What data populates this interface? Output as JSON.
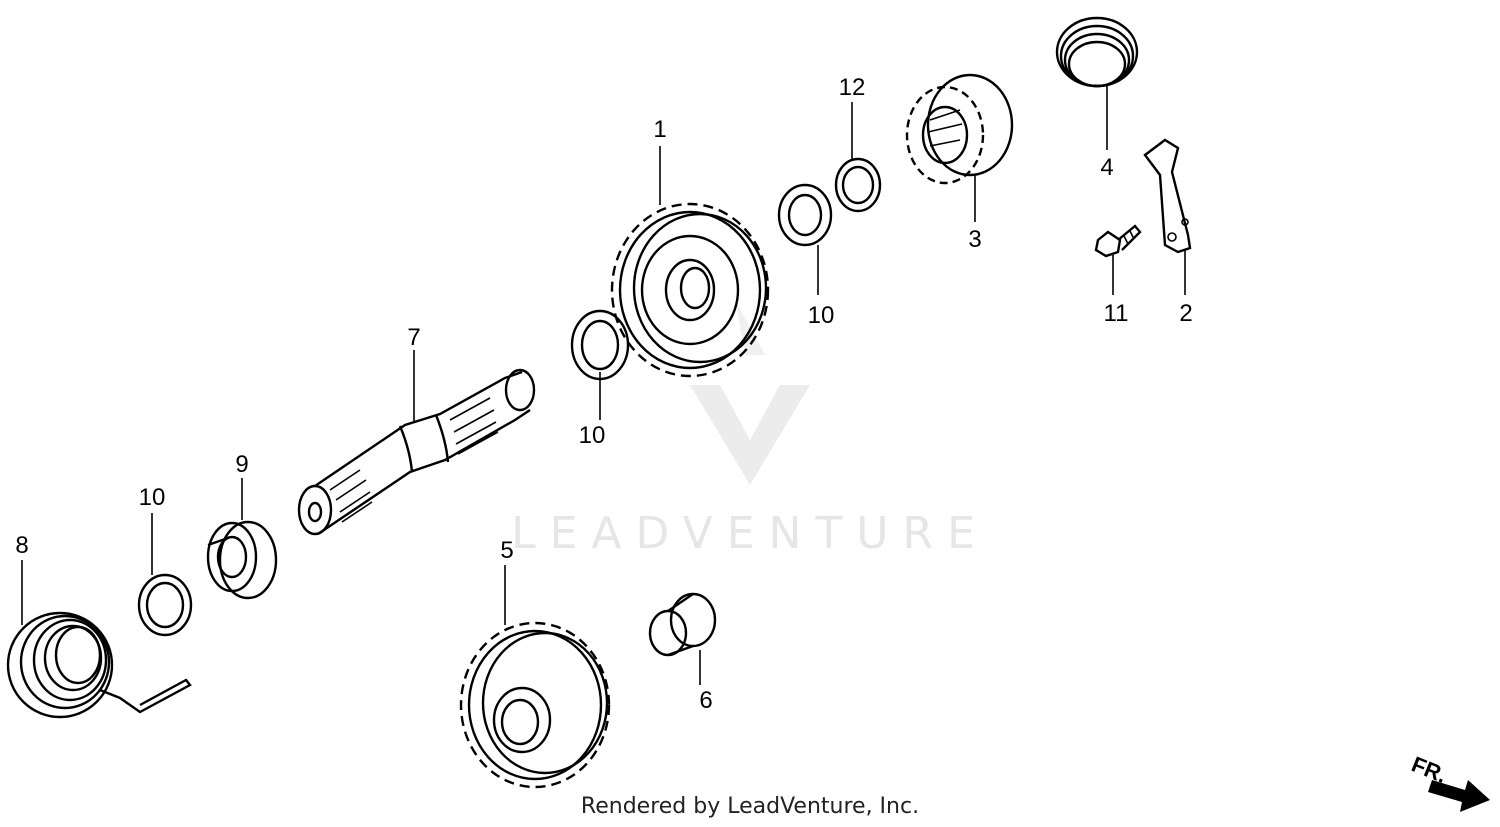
{
  "watermark": {
    "brand": "LEADVENTURE"
  },
  "direction_label": "FR.",
  "footer": "Rendered by LeadVenture, Inc.",
  "callouts": {
    "c1": "1",
    "c2": "2",
    "c3": "3",
    "c4": "4",
    "c5": "5",
    "c6": "6",
    "c7": "7",
    "c8": "8",
    "c9": "9",
    "c10a": "10",
    "c10b": "10",
    "c10c": "10",
    "c11": "11",
    "c12": "12"
  },
  "colors": {
    "ink": "#000000",
    "watermark": "#e6e6e6"
  }
}
